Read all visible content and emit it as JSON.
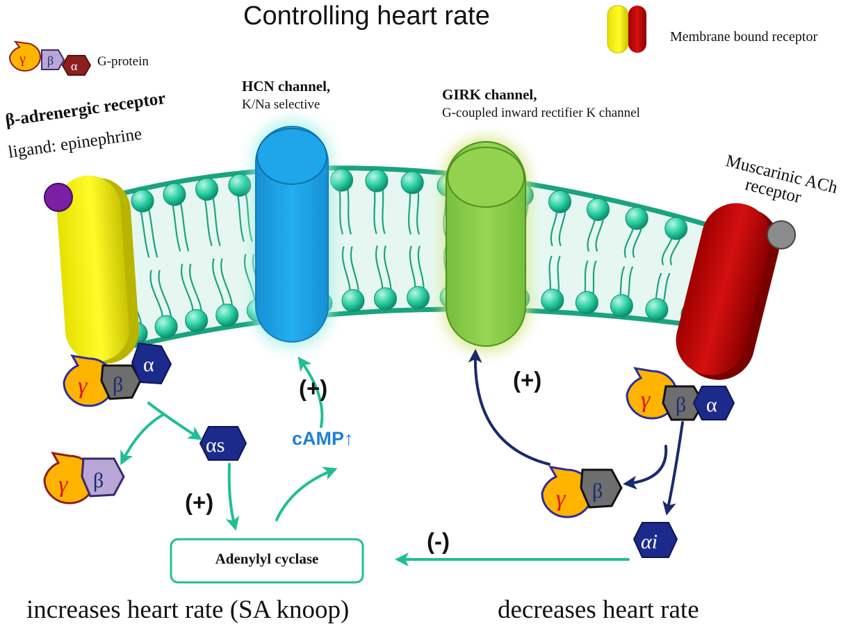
{
  "title": "Controlling heart rate",
  "legend": {
    "g_protein": {
      "label": "G-protein",
      "gamma": "γ",
      "beta": "β",
      "alpha": "α"
    },
    "receptor": {
      "label": "Membrane bound receptor"
    }
  },
  "channels": {
    "hcn": {
      "name": "HCN channel,",
      "desc": "K/Na selective"
    },
    "girk": {
      "name": "GIRK channel,",
      "desc": "G-coupled inward rectifier K channel"
    }
  },
  "beta_receptor": {
    "name": "β-adrenergic receptor",
    "ligand": "ligand: epinephrine"
  },
  "muscarinic": {
    "line1": "Muscarinic ACh",
    "line2": "receptor"
  },
  "g_left": {
    "gamma": "γ",
    "beta": "β",
    "alpha": "α"
  },
  "g_left_free": {
    "gamma": "γ",
    "beta": "β"
  },
  "alpha_s": "αs",
  "camp": "cAMP↑",
  "signs": {
    "plus_hcn": "(+)",
    "plus_ac": "(+)",
    "plus_girk": "(+)",
    "minus_ac": "(-)"
  },
  "adenylyl": "Adenylyl cyclase",
  "g_right": {
    "gamma": "γ",
    "beta": "β",
    "alpha": "α"
  },
  "g_right_free": {
    "gamma": "γ",
    "beta": "β"
  },
  "alpha_i": "αi",
  "footer": {
    "increase": "increases heart rate (SA knoop)",
    "decrease": "decreases heart rate"
  },
  "colors": {
    "teal": "#1fbf95",
    "navy": "#1a2a6c",
    "hcn_blue": "#1aa3e8",
    "girk_green": "#8fd14f",
    "receptor_yellow": "#f5f200",
    "receptor_red": "#c00000",
    "camp_blue": "#1e7fd6"
  }
}
